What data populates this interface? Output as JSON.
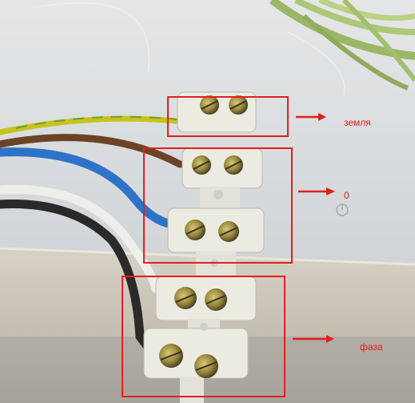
{
  "annotations": {
    "ground_label": "земля",
    "neutral_label": "0",
    "phase_label": "фаза"
  },
  "colors": {
    "highlight_box": "#e0201e",
    "arrow": "#e0201e",
    "terminal_block": "#ecebe2",
    "wire_yellow_green": "#c9c21a",
    "wire_brown": "#6b4326",
    "wire_blue": "#2e73c7",
    "wire_white": "#eeeeea",
    "wire_black": "#2a2a2a"
  }
}
